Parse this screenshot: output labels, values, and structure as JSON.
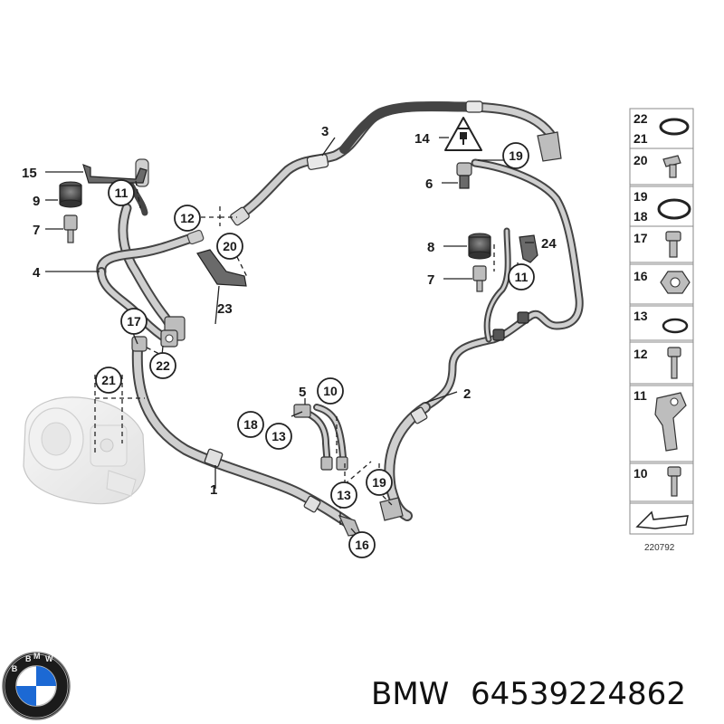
{
  "callouts": {
    "p1": "1",
    "p2": "2",
    "p3": "3",
    "p4": "4",
    "p5": "5",
    "p6": "6",
    "p7a": "7",
    "p7b": "7",
    "p8": "8",
    "p9": "9",
    "p14": "14",
    "p15": "15",
    "p23": "23",
    "p24": "24",
    "c10": "10",
    "c11a": "11",
    "c11b": "11",
    "c12": "12",
    "c13a": "13",
    "c13b": "13",
    "c16": "16",
    "c17": "17",
    "c18": "18",
    "c19a": "19",
    "c19b": "19",
    "c20": "20",
    "c21": "21",
    "c22": "22"
  },
  "parts_panel": {
    "rows": [
      {
        "top": "22",
        "bottom": "21",
        "icon": "o-ring-icon"
      },
      {
        "top": "20",
        "icon": "screw-icon"
      },
      {
        "top": "19",
        "bottom": "18",
        "icon": "o-ring-icon"
      },
      {
        "top": "17",
        "icon": "bolt-icon"
      },
      {
        "top": "16",
        "icon": "hex-nut-icon"
      },
      {
        "top": "13",
        "icon": "o-ring-icon"
      },
      {
        "top": "12",
        "icon": "bolt-icon"
      },
      {
        "top": "11",
        "icon": "bracket-icon"
      },
      {
        "top": "10",
        "icon": "bolt-icon"
      }
    ],
    "reference": "220792"
  },
  "footer": {
    "brand": "BMW",
    "part_number": "64539224862"
  }
}
